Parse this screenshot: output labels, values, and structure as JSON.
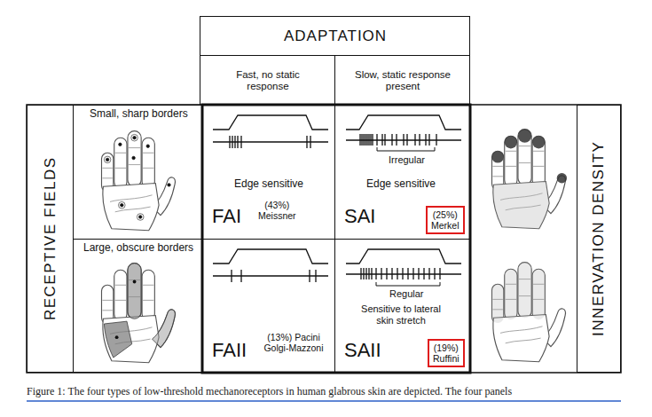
{
  "diagram": {
    "caption": "Figure 1: The four types of low-threshold mechanoreceptors in human glabrous skin are depicted. The four panels",
    "nodes": [
      {
        "text": [
          "ADAPTATION"
        ]
      },
      {
        "text": [
          "Fast, no static response"
        ]
      },
      {
        "text": [
          "Slow, static response present"
        ]
      },
      {
        "text": [
          "RECEPTIVE FIELDS"
        ]
      },
      {
        "text": [
          "Small, sharp borders"
        ]
      },
      {
        "text": [
          "Edge sensitive",
          "FAI",
          "(43%) Meissner"
        ]
      },
      {
        "text": [
          "Irregular",
          "Edge sensitive",
          "SAI"
        ]
      },
      {
        "text": [
          "(25%) Merkel"
        ],
        "in": 6
      },
      {
        "text": [
          "INNERVATION DENSITY"
        ]
      },
      {
        "text": [
          "Large, obscure borders"
        ]
      },
      {
        "text": [
          "FAII",
          "(13%) Pacini Golgi-Mazzoni"
        ]
      },
      {
        "text": [
          "Regular",
          "Sensitive to lateral skin stretch",
          "SAII"
        ]
      },
      {
        "text": [
          "(19%) Ruffini"
        ],
        "in": 11
      }
    ]
  }
}
